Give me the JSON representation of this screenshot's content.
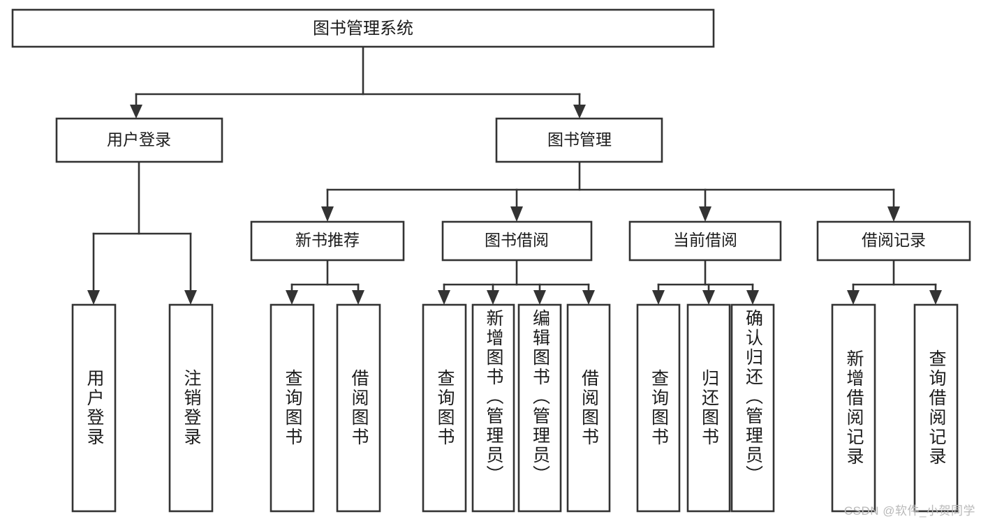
{
  "diagram": {
    "type": "tree-hierarchy",
    "title": "图书管理系统",
    "watermark": "CSDN @软件_小贺同学",
    "colors": {
      "background": "#ffffff",
      "stroke": "#333333",
      "text": "#1b1b1b",
      "watermark": "#b9b9b9"
    },
    "levels": [
      {
        "level": 1,
        "nodes": [
          {
            "id": "root",
            "label": "图书管理系统"
          }
        ]
      },
      {
        "level": 2,
        "nodes": [
          {
            "id": "login",
            "label": "用户登录",
            "parent": "root"
          },
          {
            "id": "bookmgmt",
            "label": "图书管理",
            "parent": "root"
          }
        ]
      },
      {
        "level": 3,
        "nodes": [
          {
            "id": "newbook",
            "label": "新书推荐",
            "parent": "bookmgmt"
          },
          {
            "id": "borrow",
            "label": "图书借阅",
            "parent": "bookmgmt"
          },
          {
            "id": "current",
            "label": "当前借阅",
            "parent": "bookmgmt"
          },
          {
            "id": "records",
            "label": "借阅记录",
            "parent": "bookmgmt"
          }
        ]
      },
      {
        "level": 4,
        "nodes": [
          {
            "id": "leaf1",
            "label": "用户登录",
            "parent": "login"
          },
          {
            "id": "leaf2",
            "label": "注销登录",
            "parent": "login"
          },
          {
            "id": "leaf3",
            "label": "查询图书",
            "parent": "newbook"
          },
          {
            "id": "leaf4",
            "label": "借阅图书",
            "parent": "newbook"
          },
          {
            "id": "leaf5",
            "label": "查询图书",
            "parent": "borrow"
          },
          {
            "id": "leaf6",
            "label": "新增图书（管理员）",
            "parent": "borrow"
          },
          {
            "id": "leaf7",
            "label": "编辑图书（管理员）",
            "parent": "borrow"
          },
          {
            "id": "leaf8",
            "label": "借阅图书",
            "parent": "borrow"
          },
          {
            "id": "leaf9",
            "label": "查询图书",
            "parent": "current"
          },
          {
            "id": "leaf10",
            "label": "归还图书",
            "parent": "current"
          },
          {
            "id": "leaf11",
            "label": "确认归还（管理员）",
            "parent": "current"
          },
          {
            "id": "leaf12",
            "label": "新增借阅记录",
            "parent": "records"
          },
          {
            "id": "leaf13",
            "label": "查询借阅记录",
            "parent": "records"
          }
        ]
      }
    ]
  }
}
